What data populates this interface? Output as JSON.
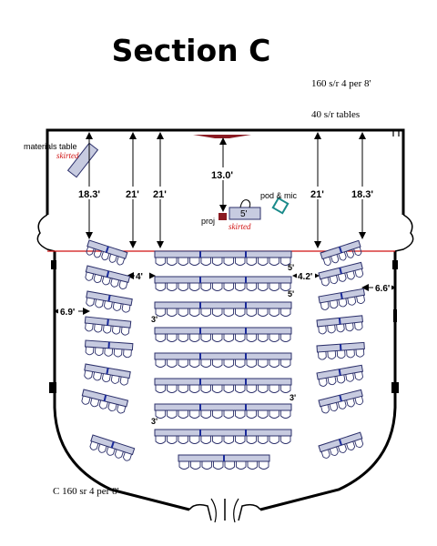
{
  "title": "Section C",
  "notes": {
    "seating": "160 s/r 4 per 8'",
    "tables": "40 s/r tables",
    "footer": "C 160 sr 4 per 8'"
  },
  "labels": {
    "materials_table": "materials table",
    "skirted": "skirted",
    "pod_mic": "pod & mic",
    "proj": "proj",
    "stage_table": "5'"
  },
  "dimensions": {
    "left_wall": "18.3'",
    "left_inner": "21'",
    "left_center": "21'",
    "center_projector": "13.0'",
    "right_inner": "21'",
    "right_wall": "18.3'",
    "left_aisle": "4'",
    "right_aisle": "4.2'",
    "right_side": "6.6'",
    "left_side": "6.9'",
    "row_gap_a": "5'",
    "row_gap_b": "5'",
    "row_gap_c": "3'",
    "row_gap_d": "3'",
    "row_gap_e": "3'"
  },
  "colors": {
    "wall": "#000000",
    "table_fill": "#c7cbe0",
    "table_stroke": "#2b2f6a",
    "seam": "#1a2a9a",
    "red_line": "#d01010",
    "stage_podium": "#8a1a22",
    "podium_teal": "#1a8a8a"
  }
}
